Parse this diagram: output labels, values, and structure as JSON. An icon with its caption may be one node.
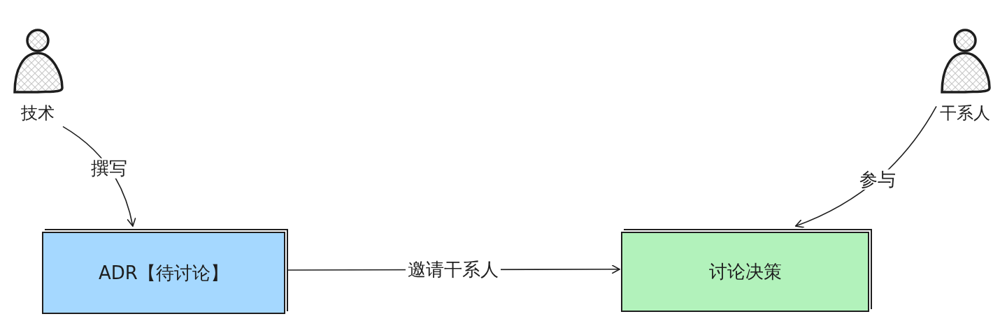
{
  "diagram": {
    "nodes": [
      {
        "text": [
          "技术"
        ]
      },
      {
        "text": [
          "ADR【待讨论】"
        ]
      },
      {
        "text": [
          "干系人"
        ]
      },
      {
        "text": [
          "讨论决策"
        ]
      }
    ],
    "edges": [
      {
        "from": 0,
        "to": 1,
        "arrow": "to",
        "label": "撰写"
      },
      {
        "from": 1,
        "to": 3,
        "arrow": "to",
        "label": "邀请干系人"
      },
      {
        "from": 2,
        "to": 3,
        "arrow": "to",
        "label": "参与"
      }
    ]
  }
}
